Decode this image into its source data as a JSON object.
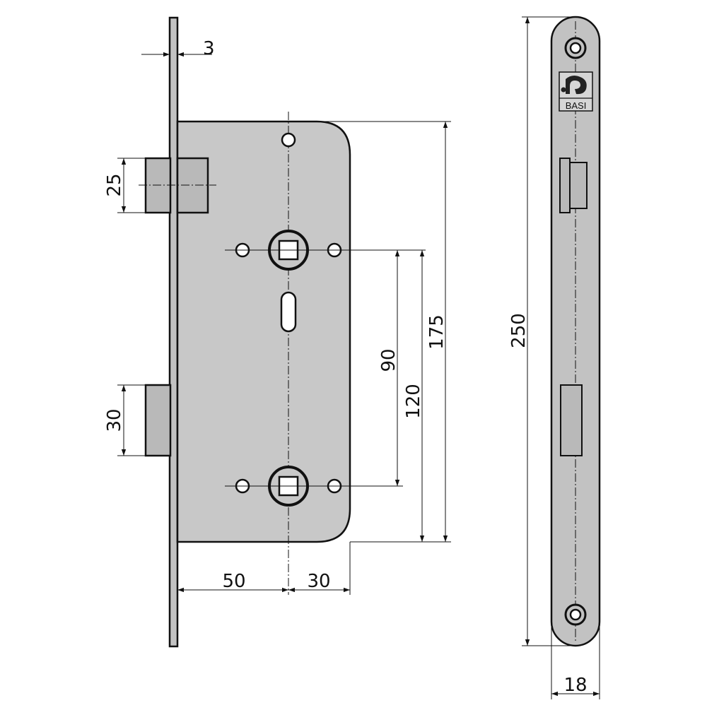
{
  "drawing": {
    "dimensions": {
      "faceplate_thickness": "3",
      "latch_height": "25",
      "bolt_height": "30",
      "backset": "50",
      "follower_to_edge": "30",
      "follower_spacing_inner": "90",
      "follower_spacing_outer": "120",
      "case_height": "175",
      "faceplate_length": "250",
      "faceplate_width": "18"
    },
    "logo": {
      "text": "BASI"
    }
  },
  "colors": {
    "body_fill": "#c8c8c8",
    "bolt_fill": "#b9b9b9",
    "faceplate_fill": "#c2c2c2",
    "line": "#111111"
  }
}
